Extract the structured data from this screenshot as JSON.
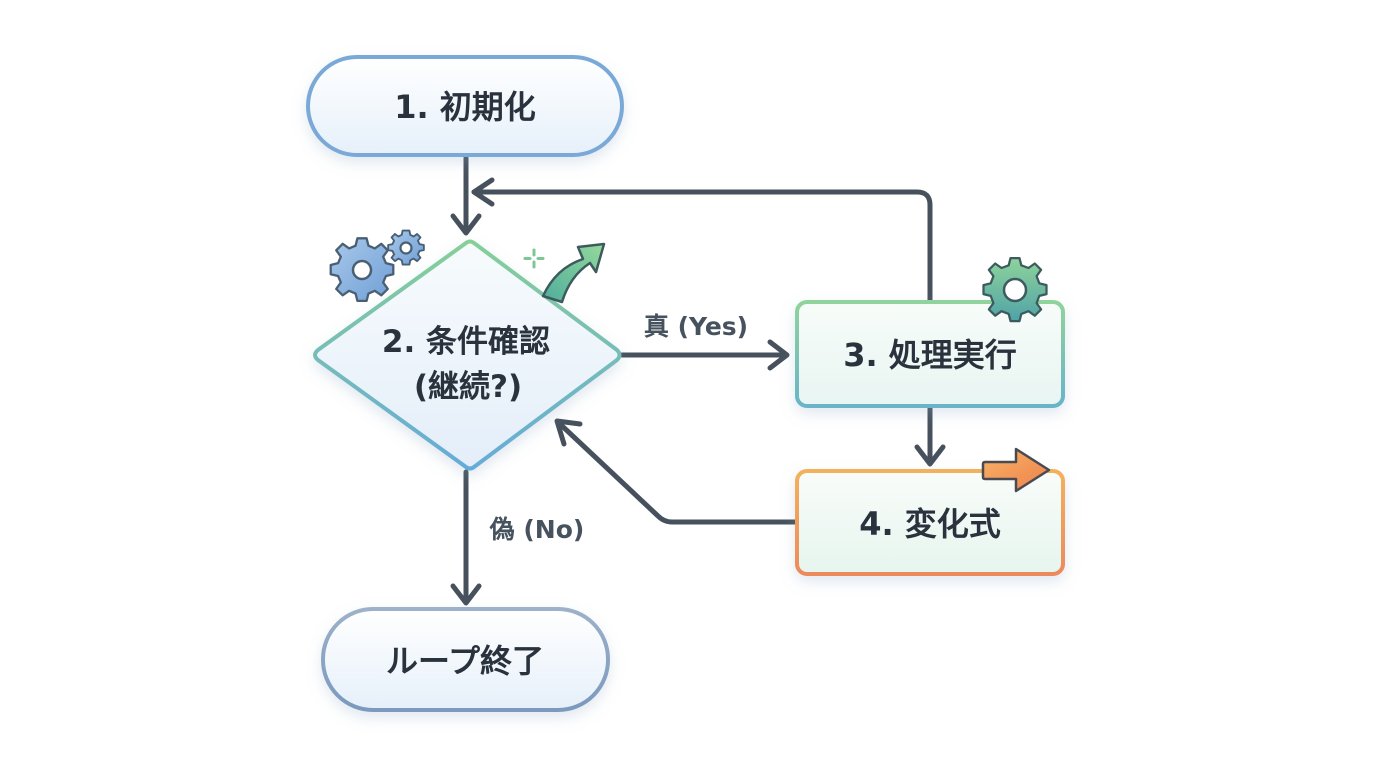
{
  "diagram": {
    "type": "flowchart",
    "nodes": {
      "init": {
        "label": "1. 初期化",
        "shape": "rounded-pill",
        "border_color": "#7aa9d8"
      },
      "condition": {
        "label_line1": "2. 条件確認",
        "label_line2": "(継続?)",
        "shape": "diamond",
        "border_color_top": "#7cc796",
        "border_color_bottom": "#6aaed6"
      },
      "process": {
        "label": "3. 処理実行",
        "shape": "rounded-rect",
        "border_color_top": "#8fd09b",
        "border_color_bottom": "#6db6c8"
      },
      "update": {
        "label": "4. 変化式",
        "shape": "rounded-rect",
        "border_color": "#f0a55a"
      },
      "end": {
        "label": "ループ終了",
        "shape": "rounded-pill",
        "border_color": "#8fa7c4"
      }
    },
    "edges": [
      {
        "from": "init",
        "to": "condition",
        "label": ""
      },
      {
        "from": "condition",
        "to": "process",
        "label": "真 (Yes)"
      },
      {
        "from": "process",
        "to": "update",
        "label": ""
      },
      {
        "from": "update",
        "to": "condition",
        "label": ""
      },
      {
        "from": "process",
        "to": "condition",
        "label": ""
      },
      {
        "from": "condition",
        "to": "end",
        "label": "偽 (No)"
      }
    ],
    "edge_labels": {
      "yes": "真 (Yes)",
      "no": "偽 (No)"
    },
    "decorations": {
      "gears_left": "gear-icon",
      "arrow_up_right": "curved-arrow-icon",
      "sparkle": "sparkle-icon",
      "gear_process": "gear-icon",
      "arrow_update": "right-arrow-icon"
    },
    "colors": {
      "connector": "#46515d",
      "text": "#2a333d",
      "node_fill": "#eef5fc",
      "process_fill": "#eef8f4",
      "update_fill": "#f1f9f3",
      "accent_green": "#7cc796",
      "accent_orange": "#f0a55a",
      "accent_blue": "#7aa9d8"
    }
  }
}
